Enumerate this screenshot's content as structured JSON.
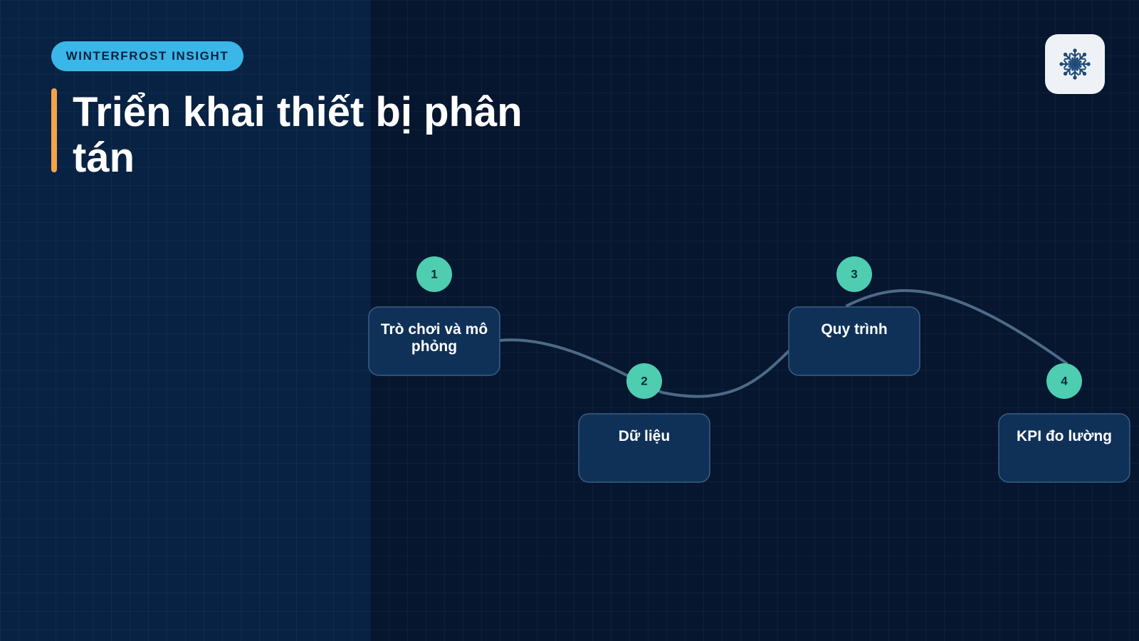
{
  "header": {
    "badge": "WINTERFROST INSIGHT",
    "title": "Triển khai thiết bị phân tán",
    "logo_icon": "snowflake-icon"
  },
  "process": {
    "steps": [
      {
        "number": "1",
        "label_lines": [
          "Trò chơi và mô",
          "phỏng"
        ]
      },
      {
        "number": "2",
        "label_lines": [
          "Dữ liệu"
        ]
      },
      {
        "number": "3",
        "label_lines": [
          "Quy trình"
        ]
      },
      {
        "number": "4",
        "label_lines": [
          "KPI đo lường"
        ]
      }
    ]
  },
  "colors": {
    "background": "#06162f",
    "badge": "#3bb6e8",
    "accent": "#f5a34a",
    "step_circle": "#4ecdb0",
    "card_fill": "#0f3158",
    "card_border": "#3a5f84",
    "connector": "#4d6a86"
  }
}
